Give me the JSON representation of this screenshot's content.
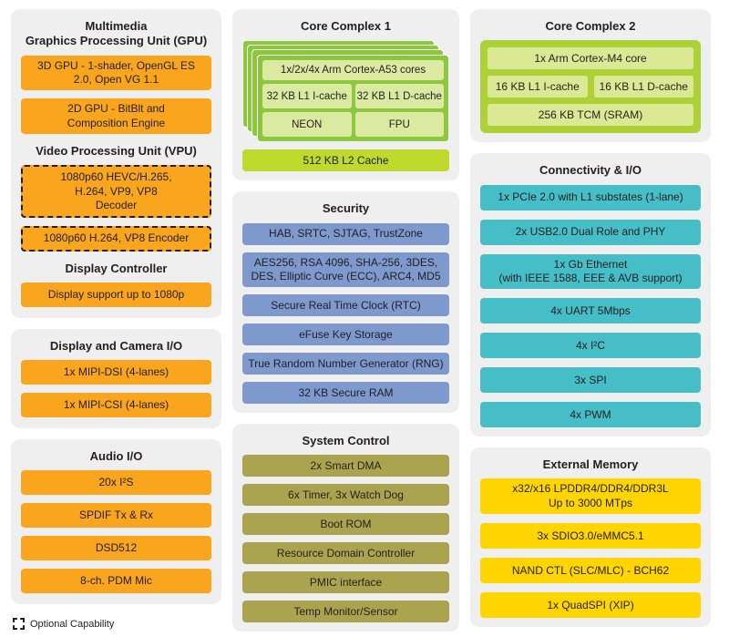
{
  "colors": {
    "orange": "#F9A51D",
    "yellow": "#FFD500",
    "teal": "#45BEC7",
    "blue": "#7D99CE",
    "olive": "#ABA44E",
    "green": "#8DC63F",
    "green_pale": "#DCE9A0",
    "lime": "#C1D82F",
    "lime_outer": "#AFD138",
    "lime_inner": "#DBE995",
    "panel_bg": "#EFEFEF",
    "dashed_border": "#231F20"
  },
  "left": {
    "gpu": {
      "title": "Multimedia\nGraphics Processing Unit (GPU)",
      "items": [
        "3D GPU - 1-shader, OpenGL ES\n2.0, Open VG 1.1",
        "2D GPU - BitBlt and\nComposition Engine"
      ]
    },
    "vpu": {
      "title": "Video Processing Unit (VPU)",
      "items": [
        "1080p60 HEVC/H.265,\nH.264, VP9, VP8\nDecoder",
        "1080p60 H.264, VP8 Encoder"
      ]
    },
    "display": {
      "title": "Display Controller",
      "items": [
        "Display support up to 1080p"
      ]
    },
    "display_camera": {
      "title": "Display and Camera I/O",
      "items": [
        "1x MIPI-DSI (4-lanes)",
        "1x MIPI-CSI (4-lanes)"
      ]
    },
    "audio": {
      "title": "Audio I/O",
      "items": [
        "20x I²S",
        "SPDIF Tx & Rx",
        "DSD512",
        "8-ch. PDM Mic"
      ]
    }
  },
  "middle": {
    "core1": {
      "title": "Core Complex 1",
      "cpu": "1x/2x/4x Arm Cortex-A53 cores",
      "caches": [
        "32 KB L1 I-cache",
        "32 KB L1 D-cache"
      ],
      "units": [
        "NEON",
        "FPU"
      ],
      "l2": "512 KB L2 Cache"
    },
    "security": {
      "title": "Security",
      "items": [
        "HAB, SRTC, SJTAG, TrustZone",
        "AES256, RSA 4096, SHA-256, 3DES,\nDES, Elliptic Curve (ECC), ARC4, MD5",
        "Secure Real Time Clock (RTC)",
        "eFuse Key Storage",
        "True Random Number Generator (RNG)",
        "32 KB Secure RAM"
      ]
    },
    "system": {
      "title": "System Control",
      "items": [
        "2x Smart DMA",
        "6x Timer, 3x Watch Dog",
        "Boot ROM",
        "Resource Domain Controller",
        "PMIC interface",
        "Temp Monitor/Sensor"
      ]
    }
  },
  "right": {
    "core2": {
      "title": "Core Complex 2",
      "cpu": "1x Arm Cortex-M4 core",
      "caches": [
        "16 KB L1 I-cache",
        "16 KB L1 D-cache"
      ],
      "tcm": "256 KB TCM (SRAM)"
    },
    "connectivity": {
      "title": "Connectivity & I/O",
      "items": [
        "1x PCIe 2.0 with L1 substates (1-lane)",
        "2x USB2.0 Dual Role and PHY",
        "1x Gb Ethernet\n(with IEEE 1588, EEE & AVB support)",
        "4x UART 5Mbps",
        "4x I²C",
        "3x SPI",
        "4x PWM"
      ]
    },
    "memory": {
      "title": "External Memory",
      "items": [
        "x32/x16 LPDDR4/DDR4/DDR3L\nUp to 3000 MTps",
        "3x SDIO3.0/eMMC5.1",
        "NAND CTL (SLC/MLC) - BCH62",
        "1x QuadSPI (XIP)"
      ]
    }
  },
  "legend": {
    "label": "Optional Capability"
  }
}
